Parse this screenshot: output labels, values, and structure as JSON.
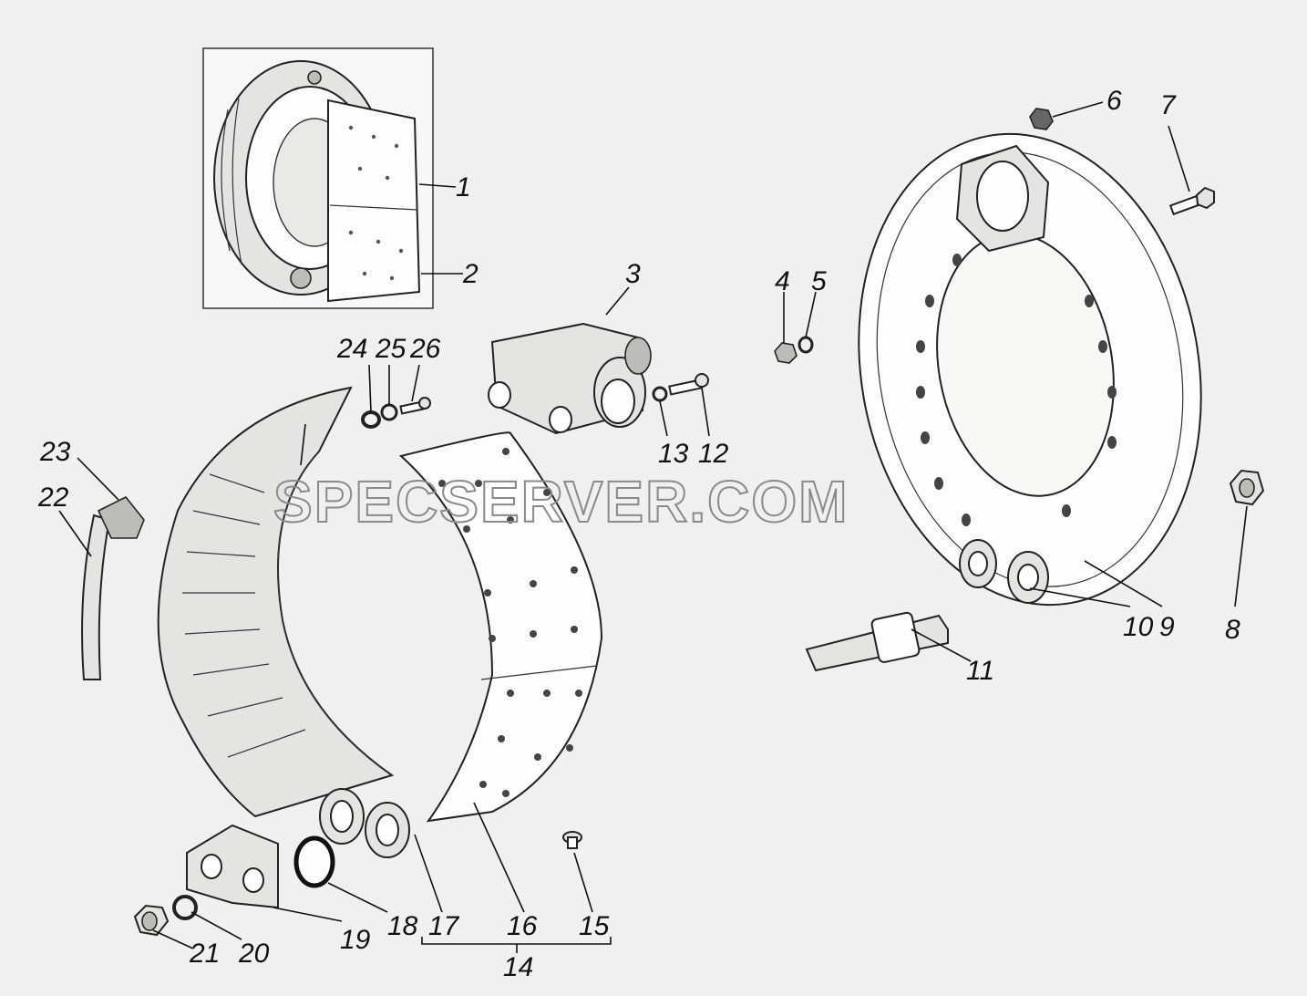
{
  "watermark": "SPECSERVER.COM",
  "callouts": [
    "1",
    "2",
    "3",
    "4",
    "5",
    "6",
    "7",
    "8",
    "9",
    "10",
    "11",
    "12",
    "13",
    "14",
    "15",
    "16",
    "17",
    "18",
    "19",
    "20",
    "21",
    "22",
    "23",
    "24",
    "25",
    "26"
  ]
}
